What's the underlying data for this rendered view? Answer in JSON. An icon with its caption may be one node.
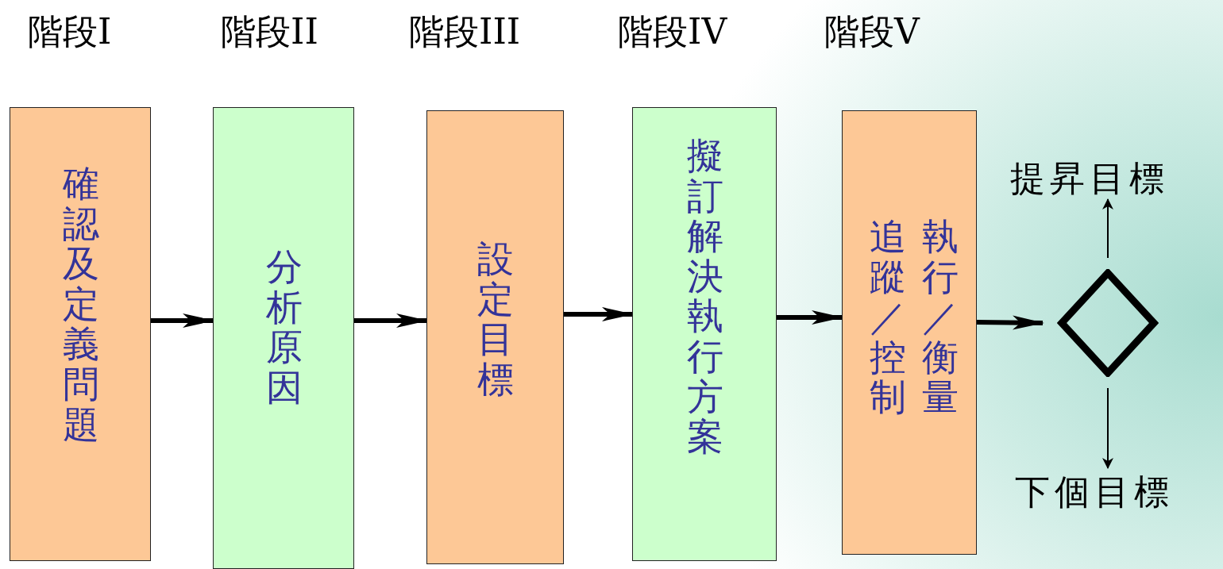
{
  "diagram": {
    "nodes": [
      {
        "text": [
          "確認及定義問題"
        ]
      },
      {
        "text": [
          "分析原因"
        ]
      },
      {
        "text": [
          "設定目標"
        ]
      },
      {
        "text": [
          "擬訂解決執行方案"
        ]
      },
      {
        "text": [
          "追蹤／控制",
          "執行／衡量"
        ]
      },
      {
        "text": [],
        "shape": "diamond"
      },
      {
        "text": [
          "提昇目標"
        ]
      },
      {
        "text": [
          "下個目標"
        ]
      }
    ],
    "edges": [
      {
        "from": 0,
        "to": 1,
        "arrow": "to"
      },
      {
        "from": 1,
        "to": 2,
        "arrow": "to"
      },
      {
        "from": 2,
        "to": 3,
        "arrow": "to"
      },
      {
        "from": 3,
        "to": 4,
        "arrow": "to"
      },
      {
        "from": 4,
        "to": 5,
        "arrow": "to"
      },
      {
        "from": 5,
        "to": 6,
        "arrow": "to"
      },
      {
        "from": 5,
        "to": 7,
        "arrow": "to"
      }
    ],
    "labels": [
      "階段I",
      "階段II",
      "階段III",
      "階段IV",
      "階段V"
    ]
  }
}
